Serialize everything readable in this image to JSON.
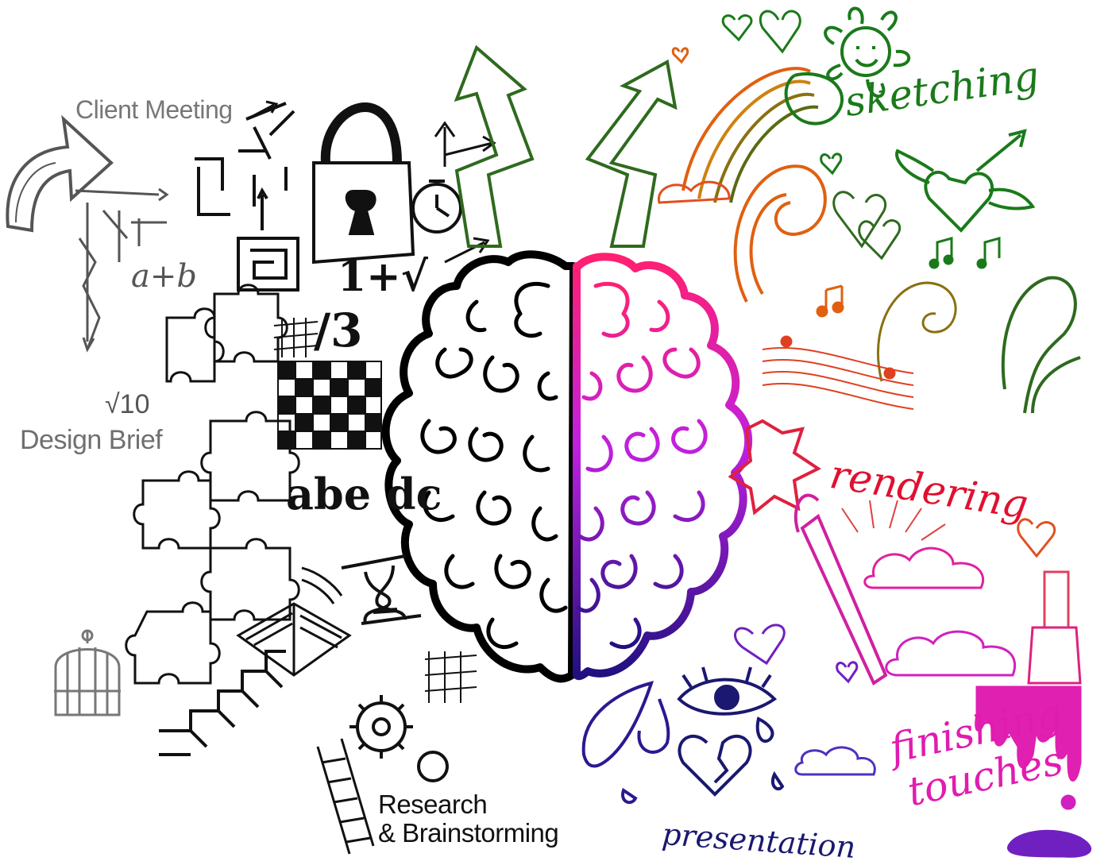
{
  "labels": {
    "client_meeting": "Client Meeting",
    "design_brief": "Design Brief",
    "sqrt": "√10",
    "research": "Research",
    "brainstorming": "& Brainstorming",
    "sketching": "sketching",
    "rendering": "rendering",
    "finishing": "finishing",
    "touches": "touches",
    "presentation": "presentation",
    "math_1": "1+√",
    "math_2": "/3",
    "letters": "abe dc",
    "a_plus_b": "a+b"
  },
  "colors": {
    "left_ink": "#111111",
    "grey_ink": "#6f6f6f",
    "sketch_green": "#1a7a1a",
    "olive": "#5a6a10",
    "orange": "#e06010",
    "red": "#e01030",
    "magenta": "#e01cb0",
    "purple": "#7020c0",
    "navy": "#1a1870"
  }
}
